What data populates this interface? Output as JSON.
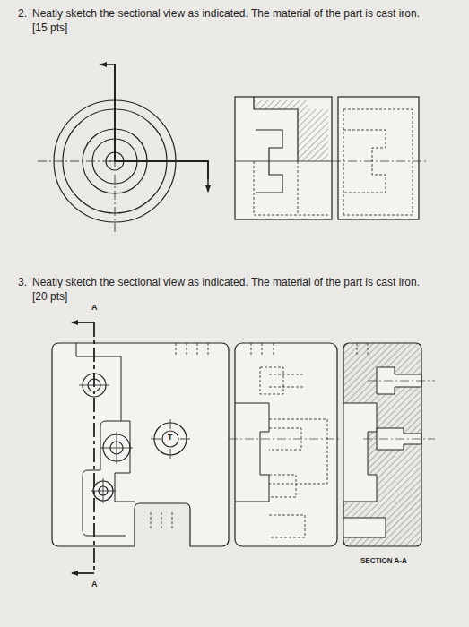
{
  "diagram": {
    "labels": [
      "2.",
      "Neatly sketch the sectional view as indicated. The material of the part is cast iron.",
      "[15 pts]",
      "3.",
      "Neatly sketch the sectional view as indicated. The material of the part is cast iron.",
      "[20 pts]",
      "A",
      "A",
      "T",
      "SECTION A-A"
    ]
  }
}
